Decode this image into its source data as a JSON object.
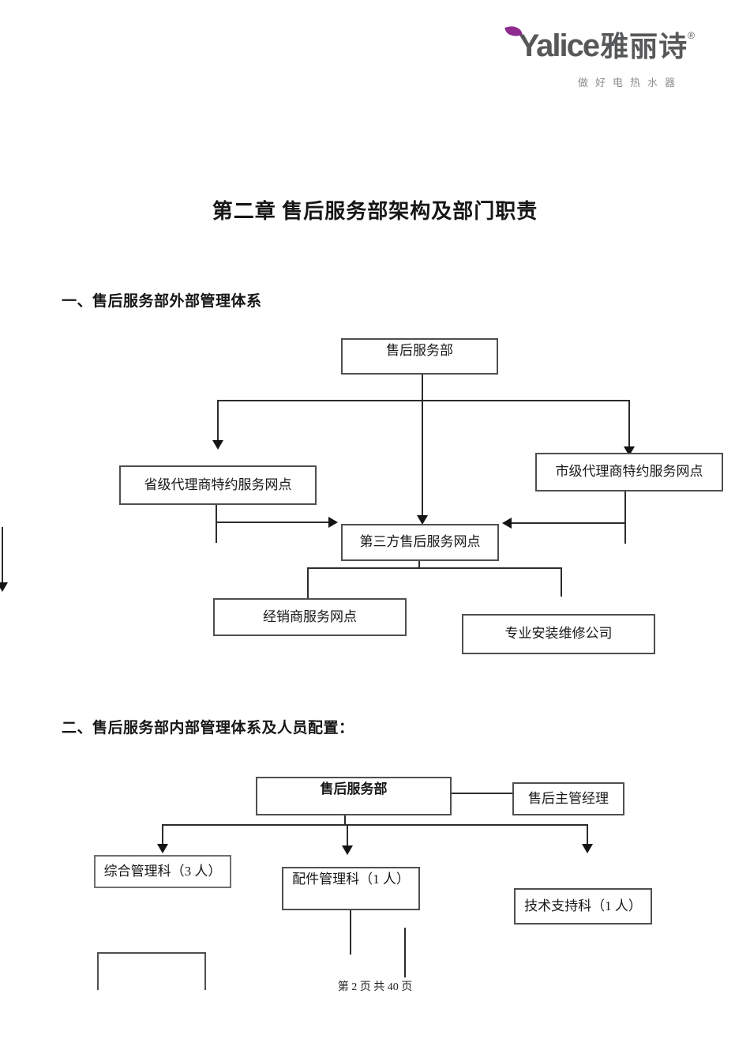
{
  "logo": {
    "brand_latin": "Yalice",
    "brand_cn": "雅丽诗",
    "reg_mark": "®",
    "tagline": "做好电热水器",
    "accent_color": "#8f2a8f",
    "text_color": "#57585a"
  },
  "page_title": "第二章  售后服务部架构及部门职责",
  "section1": {
    "heading": "一、售后服务部外部管理体系"
  },
  "section2": {
    "heading": "二、售后服务部内部管理体系及人员配置："
  },
  "chart1": {
    "root": "售后服务部",
    "province_agent": "省级代理商特约服务网点",
    "city_agent": "市级代理商特约服务网点",
    "third_party": "第三方售后服务网点",
    "dealer": "经销商服务网点",
    "installer": "专业安装维修公司"
  },
  "chart2": {
    "root": "售后服务部",
    "manager": "售后主管经理",
    "general_affairs": "综合管理科（3 人）",
    "parts": "配件管理科（1 人）",
    "tech_support": "技术支持科（1 人）"
  },
  "footer": {
    "page_indicator": "第 2 页 共 40 页"
  }
}
